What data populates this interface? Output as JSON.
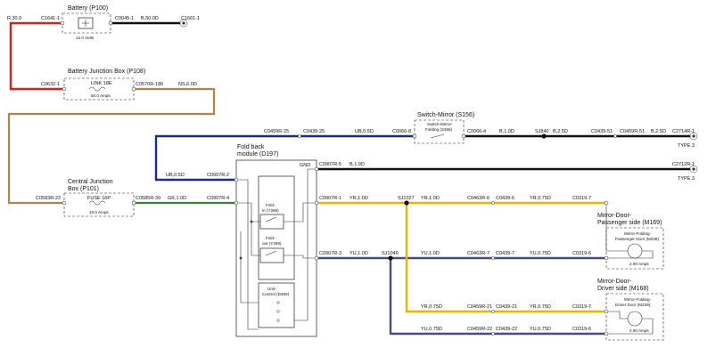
{
  "colors": {
    "red": "#d81e1e",
    "black": "#111111",
    "tan": "#b5814c",
    "navy": "#1e2a87",
    "green": "#3c7d38",
    "yellow": "#f0b400",
    "slate": "#474c82",
    "gray": "#888888"
  },
  "components": {
    "battery": {
      "title": "Battery (P100)",
      "value": "12.0 Volts"
    },
    "bjb": {
      "title": "Battery Junction Box (P108)",
      "fuse": "LINK 18E",
      "rating": "50.0 Amps"
    },
    "cjb": {
      "title_line1": "Central Junction",
      "title_line2": "Box (P101)",
      "fuse": "FUSE 16P",
      "rating": "10.0 Amps"
    },
    "switch": {
      "title": "Switch-Mirror (S156)",
      "inner_line1": "Switch-Mirror-",
      "inner_line2": "Folding (S366)"
    },
    "fold_module": {
      "title_line1": "Fold back",
      "title_line2": "module (D197)",
      "gnd": "GND",
      "fold_in_1": "Fold-",
      "fold_in_2": "in (Y268)",
      "fold_out_1": "Fold-",
      "fold_out_2": "out (Y269)",
      "unit_1": "Unit-",
      "unit_2": "Control (D359)"
    },
    "pass_mirror": {
      "title_line1": "Mirror-Door-",
      "title_line2": "Passenger side (M169)",
      "inner_line1": "Mirror-Folding-",
      "inner_line2": "Passenger Door (M238)",
      "amps": "2.50 Amps"
    },
    "drv_mirror": {
      "title_line1": "Mirror-Door-",
      "title_line2": "Driver side (M168)",
      "inner_line1": "Mirror-Folding-",
      "inner_line2": "Driver Door (M239)",
      "amps": "2.50 Amps"
    }
  },
  "labels": {
    "r30": "R,30.0",
    "c1641": "C1641-1",
    "c0045": "C0045-1",
    "b50": "B,50.0D",
    "c1661": "C1661-1",
    "c0632": "C0632-1",
    "c0570": "C0570R-186",
    "ns6": "NS,6.0D",
    "c0459_25": "C0459R-25",
    "c0439_25": "C0439-25",
    "ub05a": "UB,0.5D",
    "c0066_8": "C0066-8",
    "c0066_4": "C0066-4",
    "b1": "B,1.0D",
    "sj840": "SJ840",
    "b25a": "B,2.5D",
    "c0439_51": "C0439-51",
    "c0459_51": "C0459R-51",
    "b25b": "B,2.5D",
    "c2714": "C2714R-1",
    "type3a": "TYPE 3",
    "ub05b": "UB,0.5D",
    "c0907_2": "C0907R-2",
    "c0907_5": "C0907R-5",
    "b1b": "B,1.0D",
    "c2712": "C2712R-1",
    "type3b": "TYPE 3",
    "c0583": "C0583R-22",
    "c0585": "C0585R-39",
    "gk1": "GK,1.0D",
    "c0907_4": "C0907R-4",
    "c0907_1": "C0907R-1",
    "yr1a": "YR,1.0D",
    "sj1027": "SJ1027",
    "yr1b": "YR,1.0D",
    "c0463_6": "C0463R-6",
    "c0439_6": "C0439-6",
    "yr075a": "YR,0.75D",
    "c0319_7a": "C0319-7",
    "c0907_3": "C0907R-3",
    "yu1a": "YU,1.0D",
    "sj1046": "SJ1046",
    "yu1b": "YU,1.0D",
    "c0463_7": "C0463R-7",
    "c0439_7": "C0439-7",
    "yu075a": "YU,0.75D",
    "c0319_6a": "C0319-6",
    "yr075b": "YR,0.75D",
    "c0459_21": "C0459R-21",
    "c0439_21": "C0439-21",
    "yr075c": "YR,0.75D",
    "c0319_7b": "C0319-7",
    "yu075b": "YU,0.75D",
    "c0459_22": "C0459R-22",
    "c0439_22": "C0439-22",
    "yu075c": "YU,0.75D",
    "c0319_6b": "C0319-6"
  }
}
